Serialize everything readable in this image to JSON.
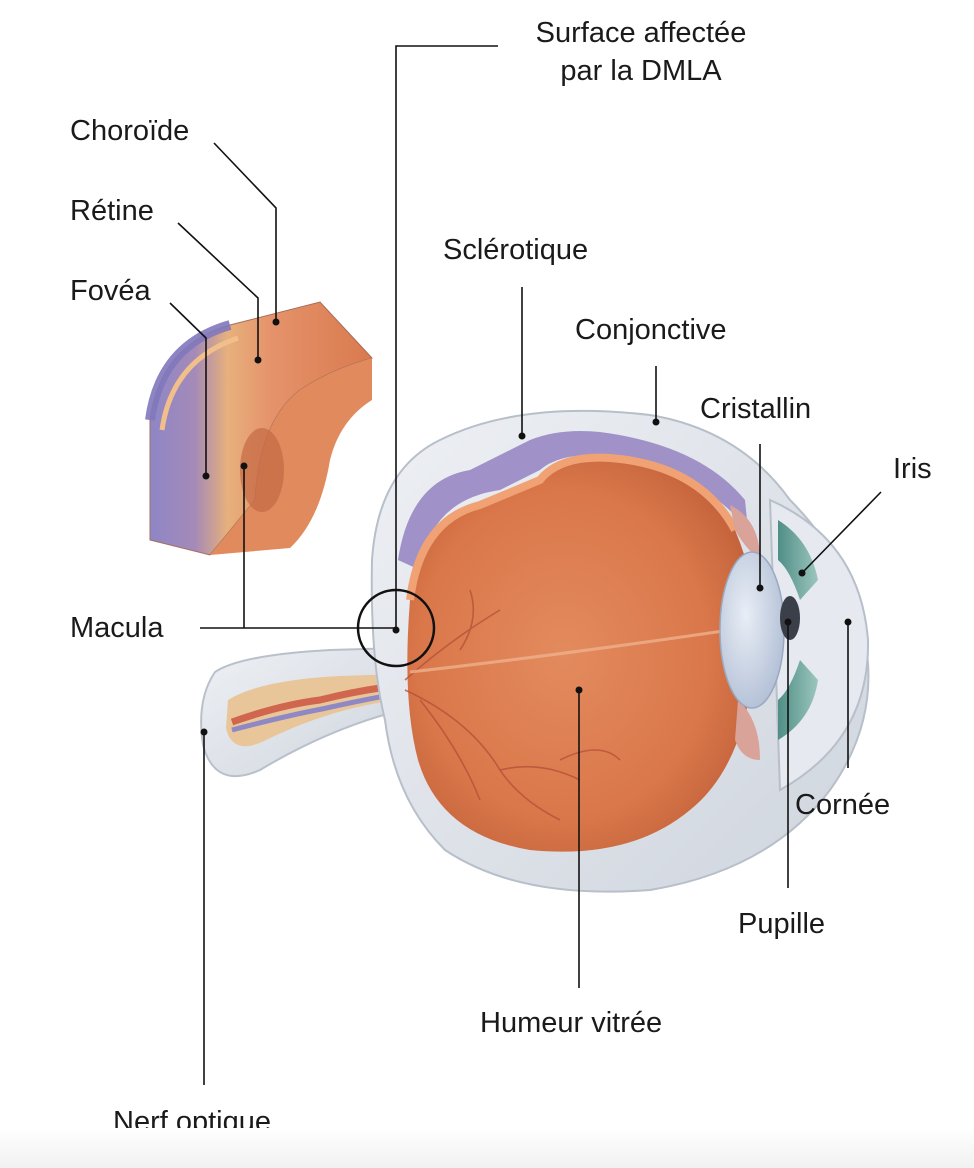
{
  "title": "",
  "labels": {
    "surface_line1": "Surface affectée",
    "surface_line2": "par la DMLA",
    "choroide": "Choroïde",
    "retine": "Rétine",
    "fovea": "Fovéa",
    "macula": "Macula",
    "sclerotique": "Sclérotique",
    "conjonctive": "Conjonctive",
    "cristallin": "Cristallin",
    "iris": "Iris",
    "cornee": "Cornée",
    "pupille": "Pupille",
    "humeur_vitree": "Humeur vitrée",
    "nerf_optique": "Nerf optique"
  },
  "colors": {
    "sclera": "#dfe3ea",
    "choroid": "#8f86c4",
    "retina": "#e58a5c",
    "vitreous": "#d9774a",
    "iris": "#6fa79c",
    "lens": "#c6d2e4",
    "leader_line": "#111111"
  }
}
